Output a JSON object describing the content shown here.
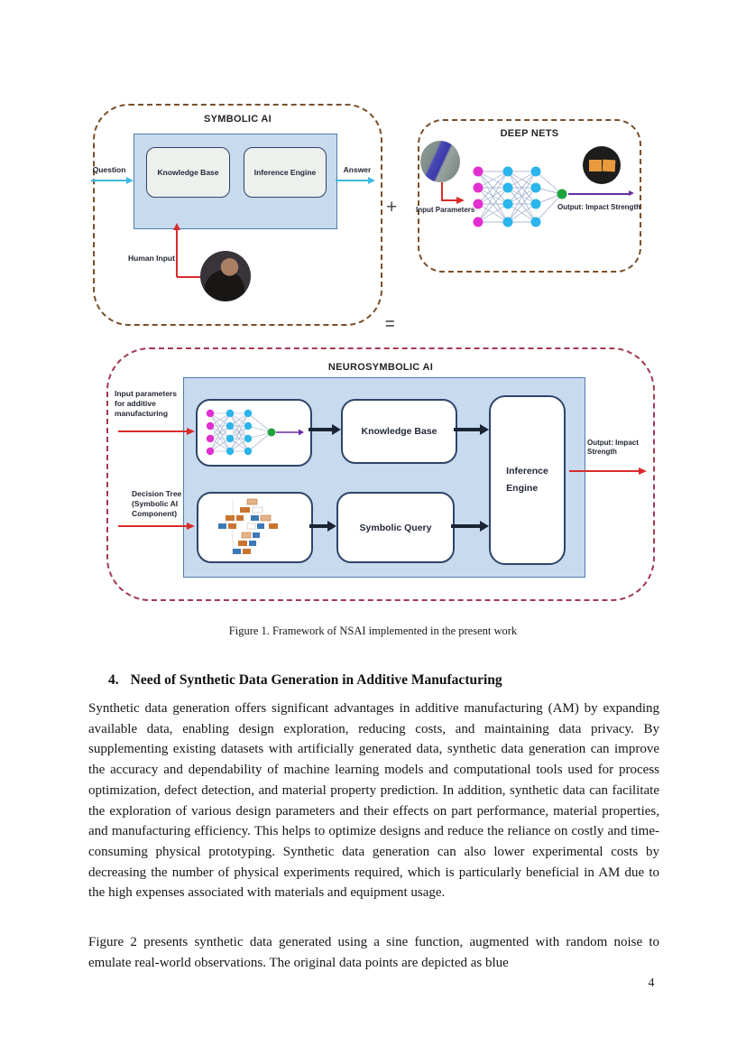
{
  "figure1": {
    "caption": "Figure 1. Framework of NSAI implemented in the present work",
    "operators": {
      "plus": "+",
      "equals": "="
    },
    "symbolic_ai": {
      "title": "SYMBOLIC AI",
      "input_label": "Question",
      "output_label": "Answer",
      "human_input_label": "Human Input",
      "knowledge_base": "Knowledge Base",
      "inference_engine": "Inference Engine"
    },
    "deep_nets": {
      "title": "DEEP NETS",
      "input_label": "Input Parameters",
      "output_label": "Output: Impact Strength"
    },
    "neurosymbolic_ai": {
      "title": "NEUROSYMBOLIC AI",
      "input1_label": "Input parameters\nfor additive\nmanufacturing",
      "input2_label": "Decision Tree\n(Symbolic AI\nComponent)",
      "knowledge_base": "Knowledge Base",
      "symbolic_query": "Symbolic Query",
      "inference_engine": "Inference\nEngine",
      "output_label": "Output: Impact\nStrength"
    },
    "colors": {
      "symbolic_border": "#7a4f28",
      "neurosymbolic_border": "#a23a51",
      "panel_fill": "#c7daee",
      "panel_stroke": "#4f7dac",
      "input_node": "#e22fd0",
      "hidden_node": "#2bb5ea",
      "output_node": "#1fa33c",
      "red_arrow": "#d92b2b",
      "cyan_arrow": "#3fb9e6",
      "purple_arrow": "#6a2d9e",
      "black_arrow": "#1a2433",
      "tree_orange": "#c8742f",
      "tree_blue": "#3b78b5",
      "specimen_orange": "#e89a3e"
    }
  },
  "section": {
    "number": "4.",
    "title": "Need of Synthetic Data Generation in Additive Manufacturing"
  },
  "paragraphs": {
    "p1": "Synthetic data generation offers significant advantages in additive manufacturing (AM) by expanding available data, enabling design exploration, reducing costs, and maintaining data privacy. By supplementing existing datasets with artificially generated data, synthetic data generation can improve the accuracy and dependability of machine learning models and computational tools used for process optimization, defect detection, and material property prediction. In addition, synthetic data can facilitate the exploration of various design parameters and their effects on part performance, material properties, and manufacturing efficiency. This helps to optimize designs and reduce the reliance on costly and time-consuming physical prototyping. Synthetic data generation can also lower experimental costs by decreasing the number of physical experiments required, which is particularly beneficial in AM due to the high expenses associated with materials and equipment usage.",
    "p2": "Figure 2 presents synthetic data generated using a sine function, augmented with random noise to emulate real-world observations. The original data points are depicted as blue"
  },
  "page": {
    "number": "4"
  }
}
